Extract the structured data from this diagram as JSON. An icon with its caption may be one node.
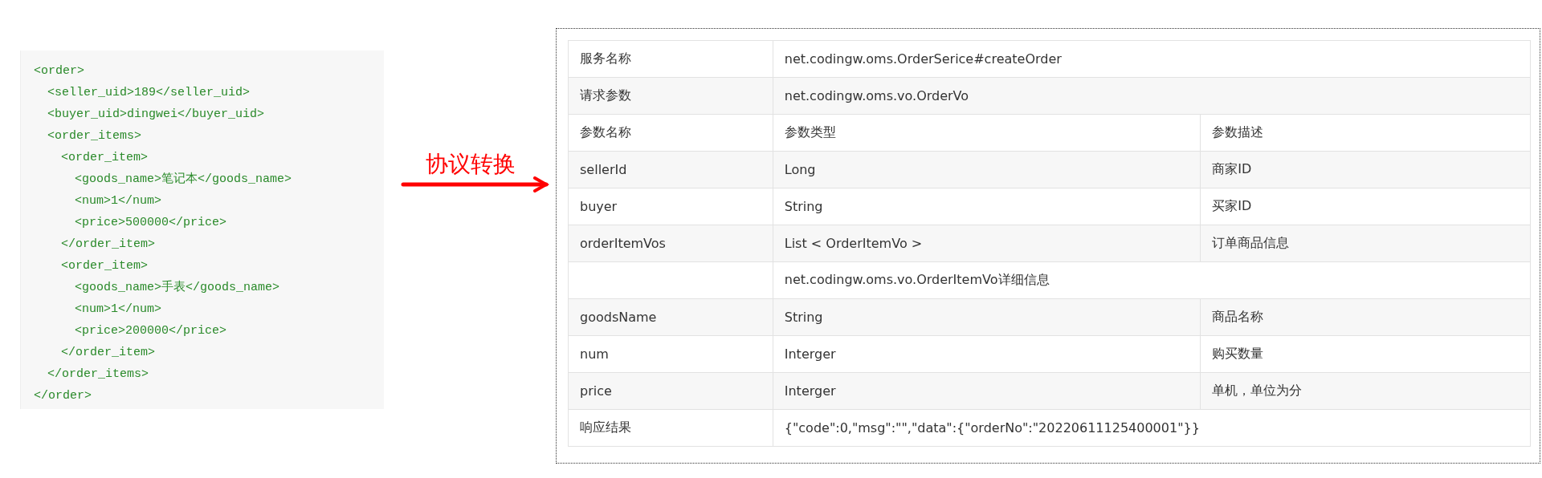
{
  "diagram": {
    "nodes": [
      {
        "text": [
          "<order>",
          "<seller_uid>189</seller_uid>",
          "<buyer_uid>dingwei</buyer_uid>",
          "<order_items>",
          "<order_item>",
          "<goods_name>笔记本</goods_name>",
          "<num>1</num>",
          "<price>500000</price>",
          "</order_item>",
          "<order_item>",
          "<goods_name>手表</goods_name>",
          "<num>1</num>",
          "<price>200000</price>",
          "</order_item>",
          "</order_items>",
          "</order>"
        ]
      },
      {
        "text": [],
        "shape": "box"
      }
    ],
    "edges": [
      {
        "from": 0,
        "to": 1,
        "arrow": "to",
        "label": "协议转换",
        "color": "#ff0000"
      }
    ],
    "labels": [
      "服务名称",
      "net.codingw.oms.OrderSerice#createOrder",
      "请求参数",
      "net.codingw.oms.vo.OrderVo",
      "参数名称",
      "参数类型",
      "参数描述",
      "sellerId",
      "Long",
      "商家ID",
      "buyer",
      "String",
      "买家ID",
      "orderItemVos",
      "List < OrderItemVo >",
      "订单商品信息",
      "net.codingw.oms.vo.OrderItemVo详细信息",
      "goodsName",
      "String",
      "商品名称",
      "num",
      "Interger",
      "购买数量",
      "price",
      "Interger",
      "单机，单位为分",
      "响应结果",
      "{\"code\":0,\"msg\":\"\",\"data\":{\"orderNo\":\"20220611125400001\"}}"
    ]
  }
}
